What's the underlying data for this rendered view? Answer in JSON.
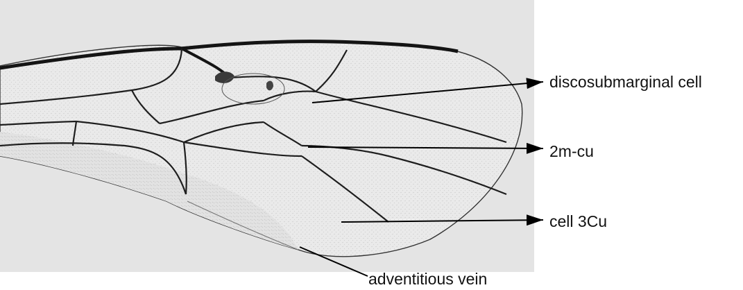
{
  "labels": {
    "discosubmarginal": "discosubmarginal cell",
    "m2cu": "2m-cu",
    "cell3cu": "cell 3Cu",
    "adventitious": "adventitious vein"
  },
  "colors": {
    "photo_background": "#e6e6e6",
    "wing_membrane": "#ececec",
    "vein": "#1e1e1e",
    "pointer": "#000000",
    "text": "#111111"
  }
}
